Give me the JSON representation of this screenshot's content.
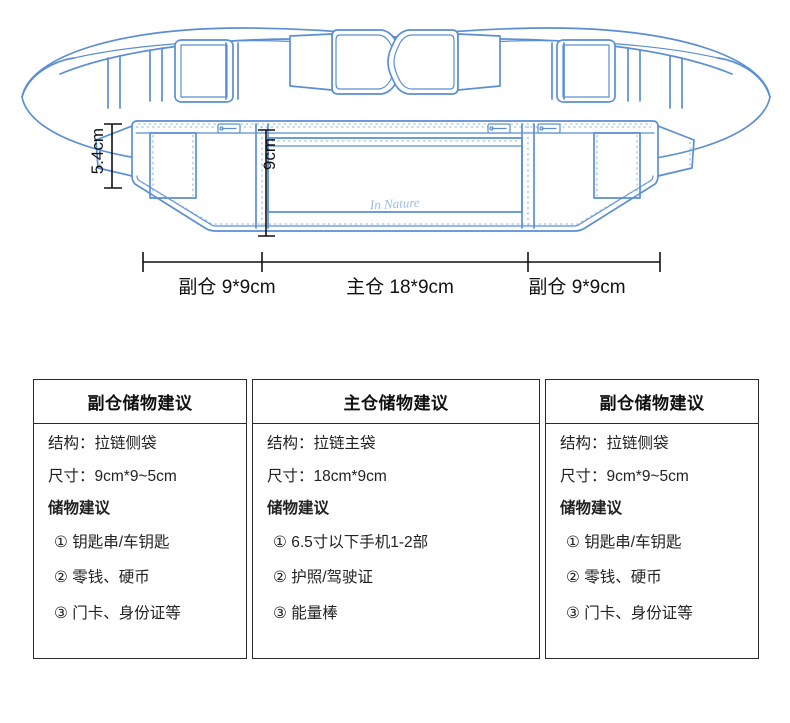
{
  "diagram": {
    "brand_script": "In Nature",
    "height_label": "5.4cm",
    "pocket_height_label": "9cm",
    "segments": [
      {
        "name": "left-side-pocket",
        "label": "副仓 9*9cm"
      },
      {
        "name": "main-pocket",
        "label": "主仓 18*9cm"
      },
      {
        "name": "right-side-pocket",
        "label": "副仓 9*9cm"
      }
    ],
    "colors": {
      "line": "#5b8fd4",
      "line_light": "#9dc0e8",
      "stitch": "#8fb6e3",
      "script": "#9bbce4",
      "dimension": "#111111"
    }
  },
  "tables": [
    {
      "id": "left-side-pocket-card",
      "title": "副仓储物建议",
      "structure_label": "结构：",
      "structure_value": "拉链侧袋",
      "size_label": "尺寸：",
      "size_value": "9cm*9~5cm",
      "suggestion_heading": "储物建议",
      "items": [
        "① 钥匙串/车钥匙",
        "② 零钱、硬币",
        "③ 门卡、身份证等"
      ]
    },
    {
      "id": "main-pocket-card",
      "title": "主仓储物建议",
      "structure_label": "结构：",
      "structure_value": "拉链主袋",
      "size_label": "尺寸：",
      "size_value": "18cm*9cm",
      "suggestion_heading": "储物建议",
      "items": [
        "① 6.5寸以下手机1-2部",
        "② 护照/驾驶证",
        "③ 能量棒"
      ]
    },
    {
      "id": "right-side-pocket-card",
      "title": "副仓储物建议",
      "structure_label": "结构：",
      "structure_value": "拉链侧袋",
      "size_label": "尺寸：",
      "size_value": "9cm*9~5cm",
      "suggestion_heading": "储物建议",
      "items": [
        "① 钥匙串/车钥匙",
        "② 零钱、硬币",
        "③ 门卡、身份证等"
      ]
    }
  ]
}
